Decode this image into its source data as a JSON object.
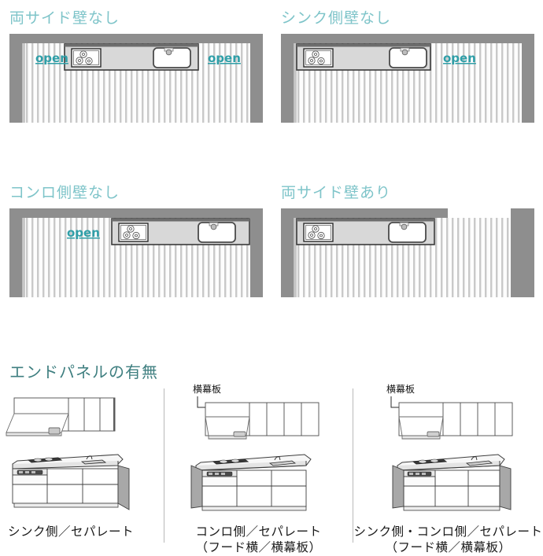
{
  "plans": [
    {
      "id": "both-sides-open",
      "title": "両サイド壁なし",
      "open_left_label": "open",
      "open_right_label": "open",
      "layout": "counter centered, open at both left and right ends"
    },
    {
      "id": "sink-side-open",
      "title": "シンク側壁なし",
      "open_right_label": "open",
      "layout": "counter at left, open at right (sink) end"
    },
    {
      "id": "stove-side-open",
      "title": "コンロ側壁なし",
      "open_left_label": "open",
      "layout": "counter at right, open at left (stove) end"
    },
    {
      "id": "both-sides-walled",
      "title": "両サイド壁あり",
      "layout": "counter at left, walls on both ends"
    }
  ],
  "endpanel": {
    "title": "エンドパネルの有無",
    "columns": [
      {
        "id": "sink-side-separate",
        "yokomaku_label": null,
        "caption_line1": "シンク側／セパレート",
        "caption_line2": null
      },
      {
        "id": "stove-side-separate",
        "yokomaku_label": "横幕板",
        "caption_line1": "コンロ側／セパレート",
        "caption_line2": "（フード横／横幕板）"
      },
      {
        "id": "sink-and-stove-side-separate",
        "yokomaku_label": "横幕板",
        "caption_line1": "シンク側・コンロ側／セパレート",
        "caption_line2": "（フード横／横幕板）"
      }
    ]
  },
  "colors": {
    "title_teal": "#7ec4c9",
    "endpanel_title_teal": "#3f7f80",
    "open_link": "#2f9fa8",
    "wall_gray": "#8c8c8c",
    "counter_gray": "#d6d6d6",
    "floor_hatch": "#c9c9c9",
    "outline_dark": "#3a3a3a",
    "divider_gray": "#b9b9b9"
  }
}
